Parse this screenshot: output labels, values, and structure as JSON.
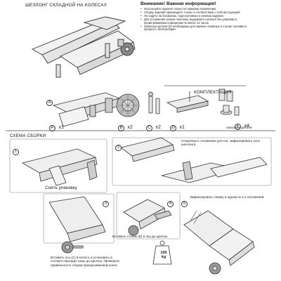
{
  "product_title": "ШЕЗЛОНГ СКЛАДНОЙ НА КОЛЕСАХ",
  "warning": {
    "title": "Внимание! Важная информация!",
    "items": [
      "Используйте изделие только по прямому назначению.",
      "Сборку изделия производите только в соответствии с этой инструкцией.",
      "Не сидите на боковинах, подлокотниках и спинках изделия.",
      "Для устранения запаха пластика, выдержите шезлонг без упаковки в проветриваемом помещении не менее 12 часов.",
      "Запасные детали (E) необходимы для замены основных в случае поломки в процессе эксплуатации."
    ]
  },
  "kit": {
    "title": "КОМПЛЕКТАЦИЯ",
    "parts": [
      {
        "letter": "A",
        "qty": "x1"
      },
      {
        "letter": "B",
        "qty": "x2"
      },
      {
        "letter": "C",
        "qty": "x2"
      },
      {
        "letter": "D",
        "qty": "x1"
      },
      {
        "letter": "E",
        "qty": "x4"
      }
    ],
    "spare_note": "запасные детали"
  },
  "assembly": {
    "title": "СХЕМА СБОРКИ",
    "steps": [
      {
        "num": "1",
        "caption": "Снять упаковку"
      },
      {
        "num": "2",
        "caption": "Отщелкнуть основание для ног, зафиксировать ноги шезлонга"
      },
      {
        "num": "3",
        "caption": "Вставить ось (C) в колесо и установить в соответствующие пазы до щелчка. Проверьте правильность сборки прокручиванием колес."
      },
      {
        "num": "4",
        "caption": "Вставить столик (D) в паз до щелчка"
      },
      {
        "num": "5",
        "caption": "Зафиксировать спинку в одном из 4-х положений"
      }
    ],
    "weight_label": "100",
    "weight_unit": "kg"
  },
  "colors": {
    "line": "#333333",
    "light": "#e6e6e6",
    "mid": "#bdbdbd",
    "dark": "#555555"
  }
}
